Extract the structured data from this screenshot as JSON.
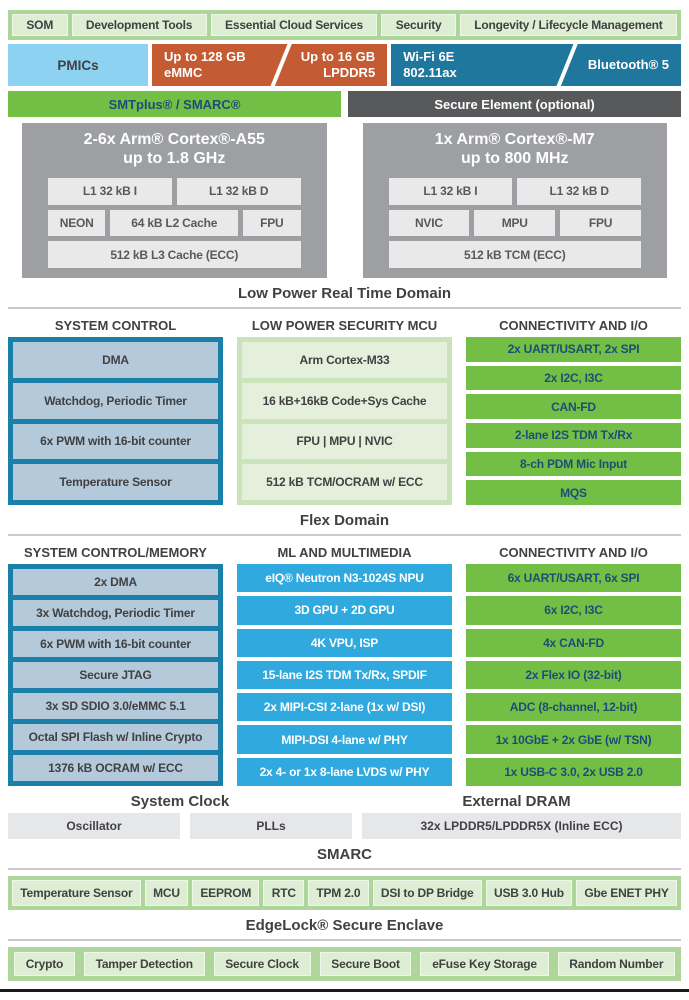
{
  "ecosystem_bar": {
    "items": [
      "SOM",
      "Development Tools",
      "Essential Cloud Services",
      "Security",
      "Longevity / Lifecycle Management"
    ]
  },
  "hw_row": {
    "pmics": "PMICs",
    "emmc_line1": "Up to 128 GB",
    "emmc_line2": "eMMC",
    "lpddr_line1": "Up to 16 GB",
    "lpddr_line2": "LPDDR5",
    "wifi_line1": "Wi-Fi 6E",
    "wifi_line2": "802.11ax",
    "bluetooth": "Bluetooth® 5"
  },
  "carrier_row": {
    "smtplus": "SMTplus® / SMARC®",
    "secure_element": "Secure Element (optional)"
  },
  "cpu_a55": {
    "title1": "2-6x Arm® Cortex®-A55",
    "title2": "up to 1.8 GHz",
    "row1": [
      "L1 32 kB I",
      "L1 32 kB D"
    ],
    "row2": [
      "NEON",
      "64 kB L2 Cache",
      "FPU"
    ],
    "row3": [
      "512 kB L3 Cache (ECC)"
    ]
  },
  "cpu_m7": {
    "title1": "1x Arm® Cortex®-M7",
    "title2": "up to 800 MHz",
    "row1": [
      "L1 32 kB I",
      "L1 32 kB D"
    ],
    "row2": [
      "NVIC",
      "MPU",
      "FPU"
    ],
    "row3": [
      "512 kB TCM (ECC)"
    ]
  },
  "low_power_domain": {
    "title": "Low Power Real Time Domain",
    "col1_header": "SYSTEM CONTROL",
    "col1_items": [
      "DMA",
      "Watchdog, Periodic Timer",
      "6x PWM with 16-bit counter",
      "Temperature Sensor"
    ],
    "col2_header": "LOW POWER SECURITY MCU",
    "col2_items": [
      "Arm Cortex-M33",
      "16 kB+16kB Code+Sys Cache",
      "FPU | MPU | NVIC",
      "512 kB TCM/OCRAM w/ ECC"
    ],
    "col3_header": "CONNECTIVITY AND I/O",
    "col3_items": [
      "2x UART/USART, 2x SPI",
      "2x I2C, I3C",
      "CAN-FD",
      "2-lane I2S TDM Tx/Rx",
      "8-ch PDM Mic Input",
      "MQS"
    ]
  },
  "flex_domain": {
    "title": "Flex Domain",
    "col1_header": "SYSTEM CONTROL/MEMORY",
    "col1_items": [
      "2x DMA",
      "3x Watchdog, Periodic Timer",
      "6x PWM with 16-bit counter",
      "Secure JTAG",
      "3x SD SDIO 3.0/eMMC 5.1",
      "Octal SPI Flash w/ Inline Crypto",
      "1376 kB OCRAM w/ ECC"
    ],
    "col2_header": "ML AND MULTIMEDIA",
    "col2_items": [
      "eIQ® Neutron N3-1024S NPU",
      "3D GPU + 2D GPU",
      "4K VPU, ISP",
      "15-lane I2S TDM Tx/Rx, SPDIF",
      "2x MIPI-CSI 2-lane (1x w/ DSI)",
      "MIPI-DSI 4-lane w/ PHY",
      "2x 4- or 1x 8-lane LVDS w/ PHY"
    ],
    "col3_header": "CONNECTIVITY AND I/O",
    "col3_items": [
      "6x UART/USART, 6x SPI",
      "6x I2C, I3C",
      "4x CAN-FD",
      "2x Flex IO (32-bit)",
      "ADC (8-channel, 12-bit)",
      "1x 10GbE + 2x GbE (w/ TSN)",
      "1x USB-C 3.0, 2x USB 2.0"
    ]
  },
  "clock_dram": {
    "clock_title": "System Clock",
    "dram_title": "External DRAM",
    "cells": [
      "Oscillator",
      "PLLs",
      "32x LPDDR5/LPDDR5X (Inline ECC)"
    ]
  },
  "smarc": {
    "title": "SMARC",
    "items": [
      "Temperature Sensor",
      "MCU",
      "EEPROM",
      "RTC",
      "TPM 2.0",
      "DSI to DP Bridge",
      "USB 3.0 Hub",
      "Gbe ENET PHY"
    ]
  },
  "edgelock": {
    "title": "EdgeLock® Secure Enclave",
    "items": [
      "Crypto",
      "Tamper Detection",
      "Secure Clock",
      "Secure Boot",
      "eFuse Key Storage",
      "Random Number"
    ]
  },
  "colors": {
    "green_bar": "#aed59a",
    "green_cell": "#ddeed4",
    "nxp_green": "#73bf45",
    "navy": "#1d4d77",
    "dark_text": "#414042",
    "light_blue": "#8dd2f0",
    "orange": "#c45b32",
    "teal": "#20779e",
    "dark_gray": "#58595b",
    "cpu_gray": "#9d9fa2",
    "cpu_cell": "#e9e9ea",
    "teal_border": "#1a80aa",
    "steel_cell": "#b4cada",
    "ml_blue": "#2fa9de",
    "green_container": "#cbe3bb",
    "green_container_cell": "#e4f0dc",
    "gray_cell": "#e6e7e8",
    "divider": "#c8c9cb",
    "footer": "#1a1a1a"
  }
}
